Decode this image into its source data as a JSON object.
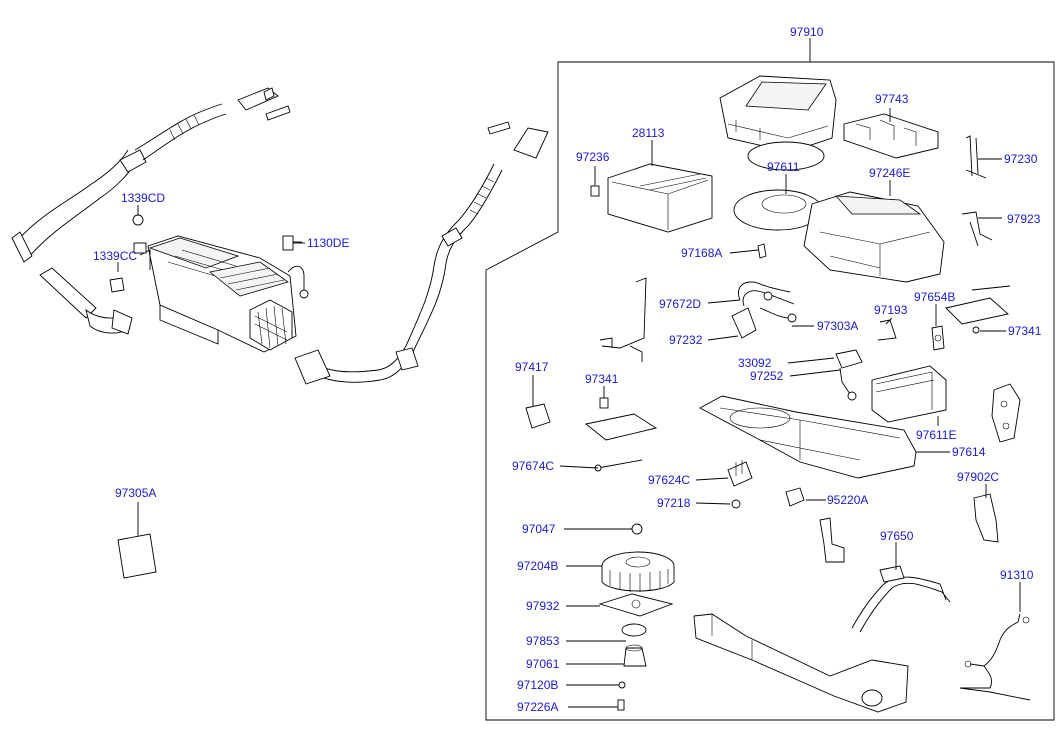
{
  "diagram": {
    "colors": {
      "label": "#1a1ad6",
      "line": "#000000",
      "background": "#ffffff"
    },
    "group_label": "97910",
    "labels": {
      "p1339CD": "1339CD",
      "p1339CC": "1339CC",
      "p1130DE": "1130DE",
      "p97305A": "97305A",
      "p28113": "28113",
      "p97236": "97236",
      "p97611": "97611",
      "p97743": "97743",
      "p97246E": "97246E",
      "p97230": "97230",
      "p97923": "97923",
      "p97168A": "97168A",
      "p97672D": "97672D",
      "p97232": "97232",
      "p97303A": "97303A",
      "p97193": "97193",
      "p97654B": "97654B",
      "p97341a": "97341",
      "p97417": "97417",
      "p97341b": "97341",
      "p33092": "33092",
      "p97252": "97252",
      "p97611E": "97611E",
      "p97614": "97614",
      "p97674C": "97674C",
      "p97624C": "97624C",
      "p97902C": "97902C",
      "p97218": "97218",
      "p95220A": "95220A",
      "p97047": "97047",
      "p97650": "97650",
      "p91310": "91310",
      "p97204B": "97204B",
      "p97932": "97932",
      "p97853": "97853",
      "p97061": "97061",
      "p97120B": "97120B",
      "p97226A": "97226A"
    }
  }
}
